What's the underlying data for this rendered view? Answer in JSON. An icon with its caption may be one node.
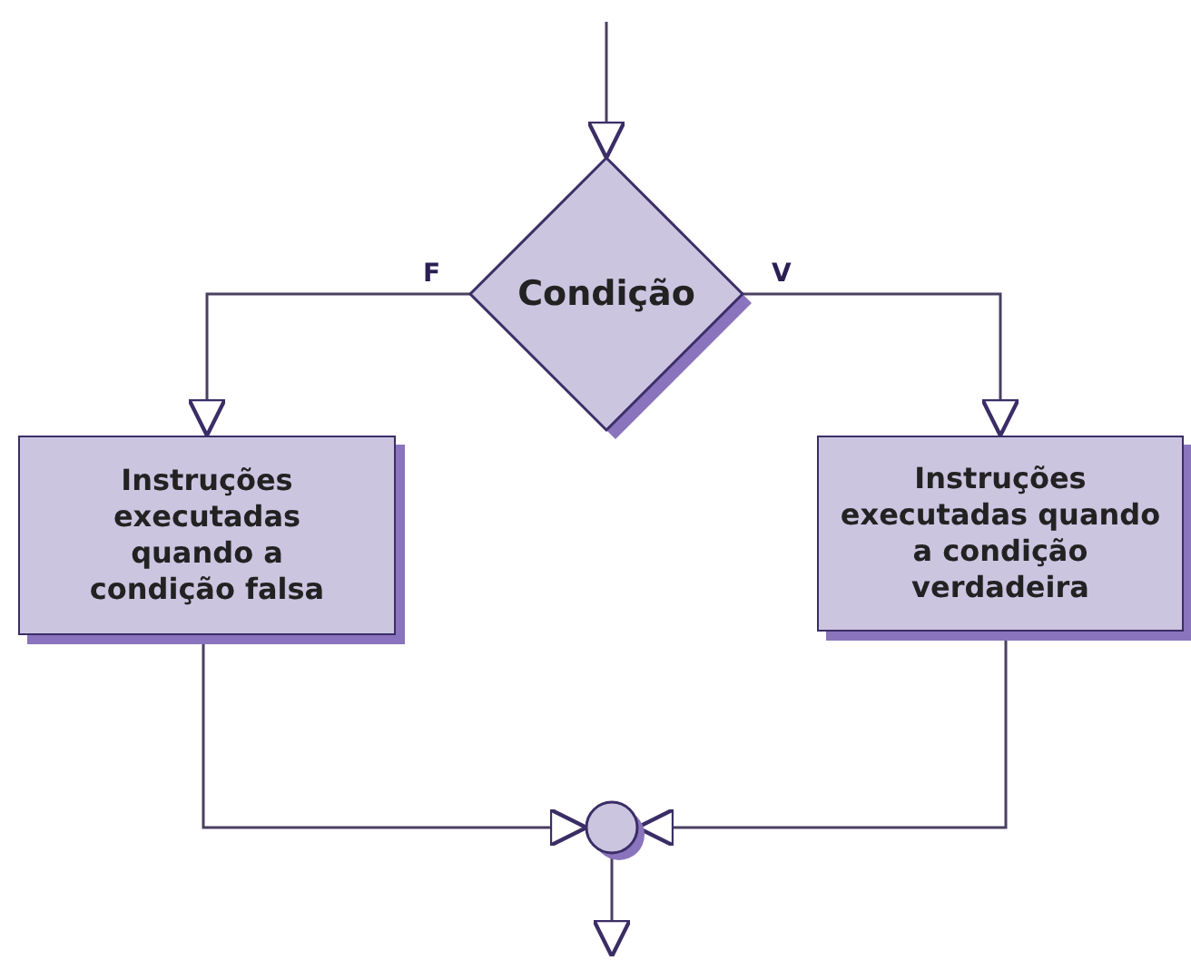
{
  "diagram": {
    "nodes": [
      {
        "text": [
          "Condição"
        ]
      },
      {
        "text": [
          "Instruções executadas quando a condição falsa"
        ]
      },
      {
        "text": [
          "Instruções executadas quando a condição verdadeira"
        ]
      },
      {
        "text": [],
        "shape": "circle"
      }
    ],
    "edges": [
      {
        "from": null,
        "to": 0,
        "arrow": "to"
      },
      {
        "from": 0,
        "to": 1,
        "arrow": "to",
        "label": "F"
      },
      {
        "from": 0,
        "to": 2,
        "arrow": "to",
        "label": "V"
      },
      {
        "from": 1,
        "to": 3,
        "arrow": "to"
      },
      {
        "from": 2,
        "to": 3,
        "arrow": "to"
      },
      {
        "from": 3,
        "to": null,
        "arrow": "to"
      }
    ]
  }
}
